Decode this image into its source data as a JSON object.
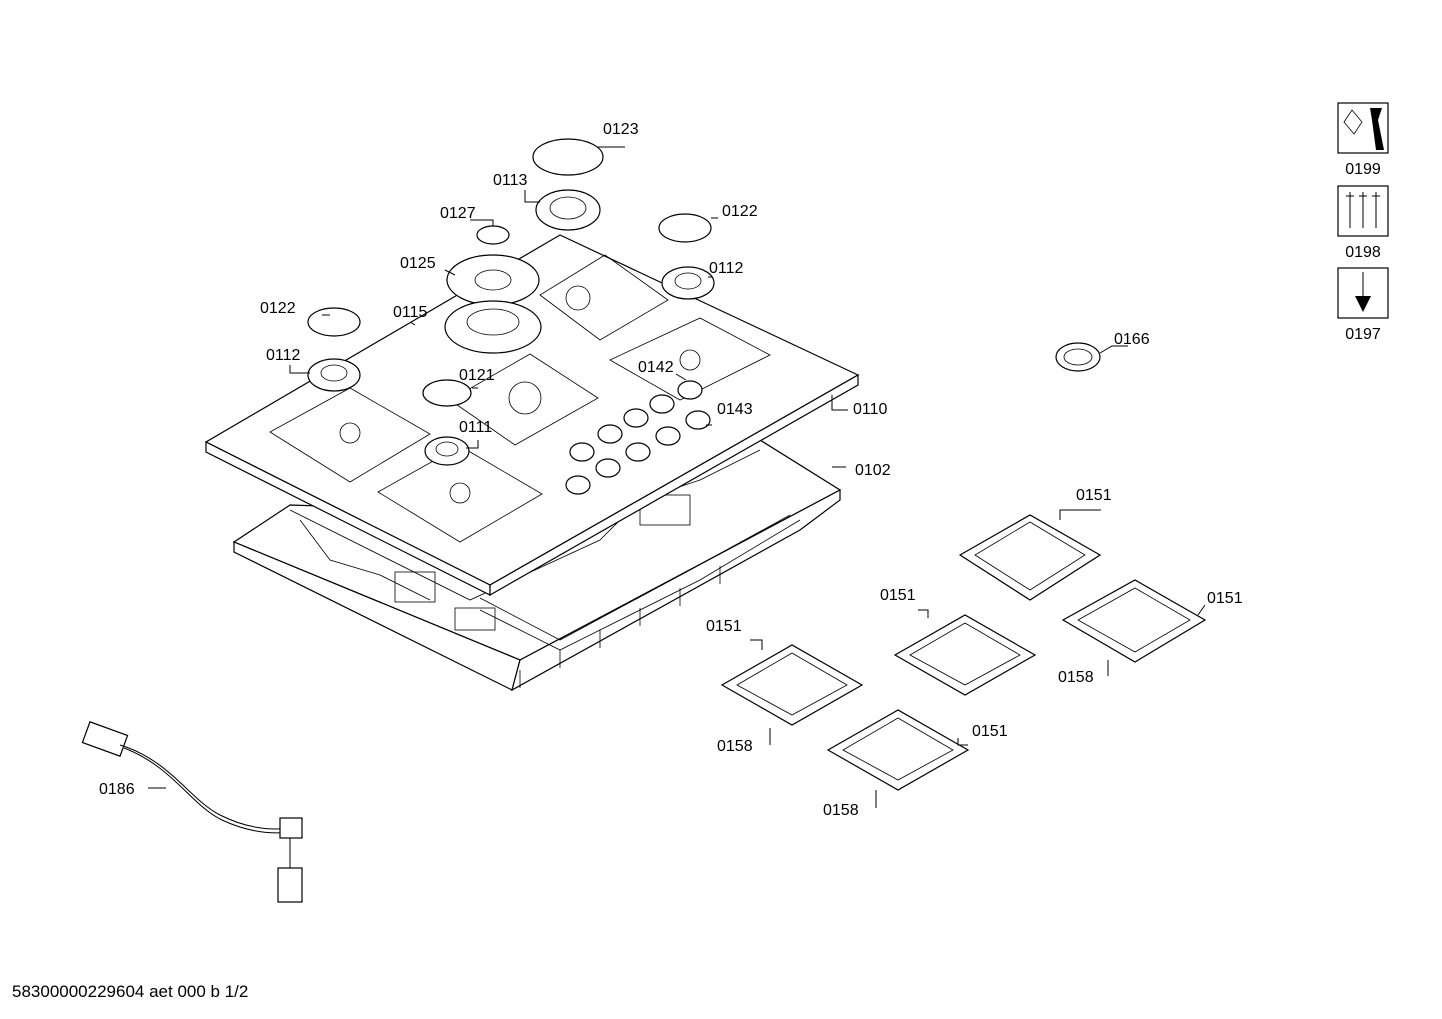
{
  "footer": "58300000229604 aet 000 b 1/2",
  "tool_icons": [
    {
      "label": "0199",
      "icon": "nut-wrench-icon"
    },
    {
      "label": "0198",
      "icon": "screws-icon"
    },
    {
      "label": "0197",
      "icon": "screwdriver-icon"
    }
  ],
  "labels": {
    "l0123": "0123",
    "l0113": "0113",
    "l0127": "0127",
    "l0122a": "0122",
    "l0122b": "0122",
    "l0125": "0125",
    "l0112a": "0112",
    "l0112b": "0112",
    "l0115": "0115",
    "l0166": "0166",
    "l0121": "0121",
    "l0142": "0142",
    "l0143": "0143",
    "l0111": "0111",
    "l0110": "0110",
    "l0102": "0102",
    "l0151a": "0151",
    "l0151b": "0151",
    "l0151c": "0151",
    "l0151d": "0151",
    "l0151e": "0151",
    "l0158a": "0158",
    "l0158b": "0158",
    "l0158c": "0158",
    "l0186": "0186"
  }
}
